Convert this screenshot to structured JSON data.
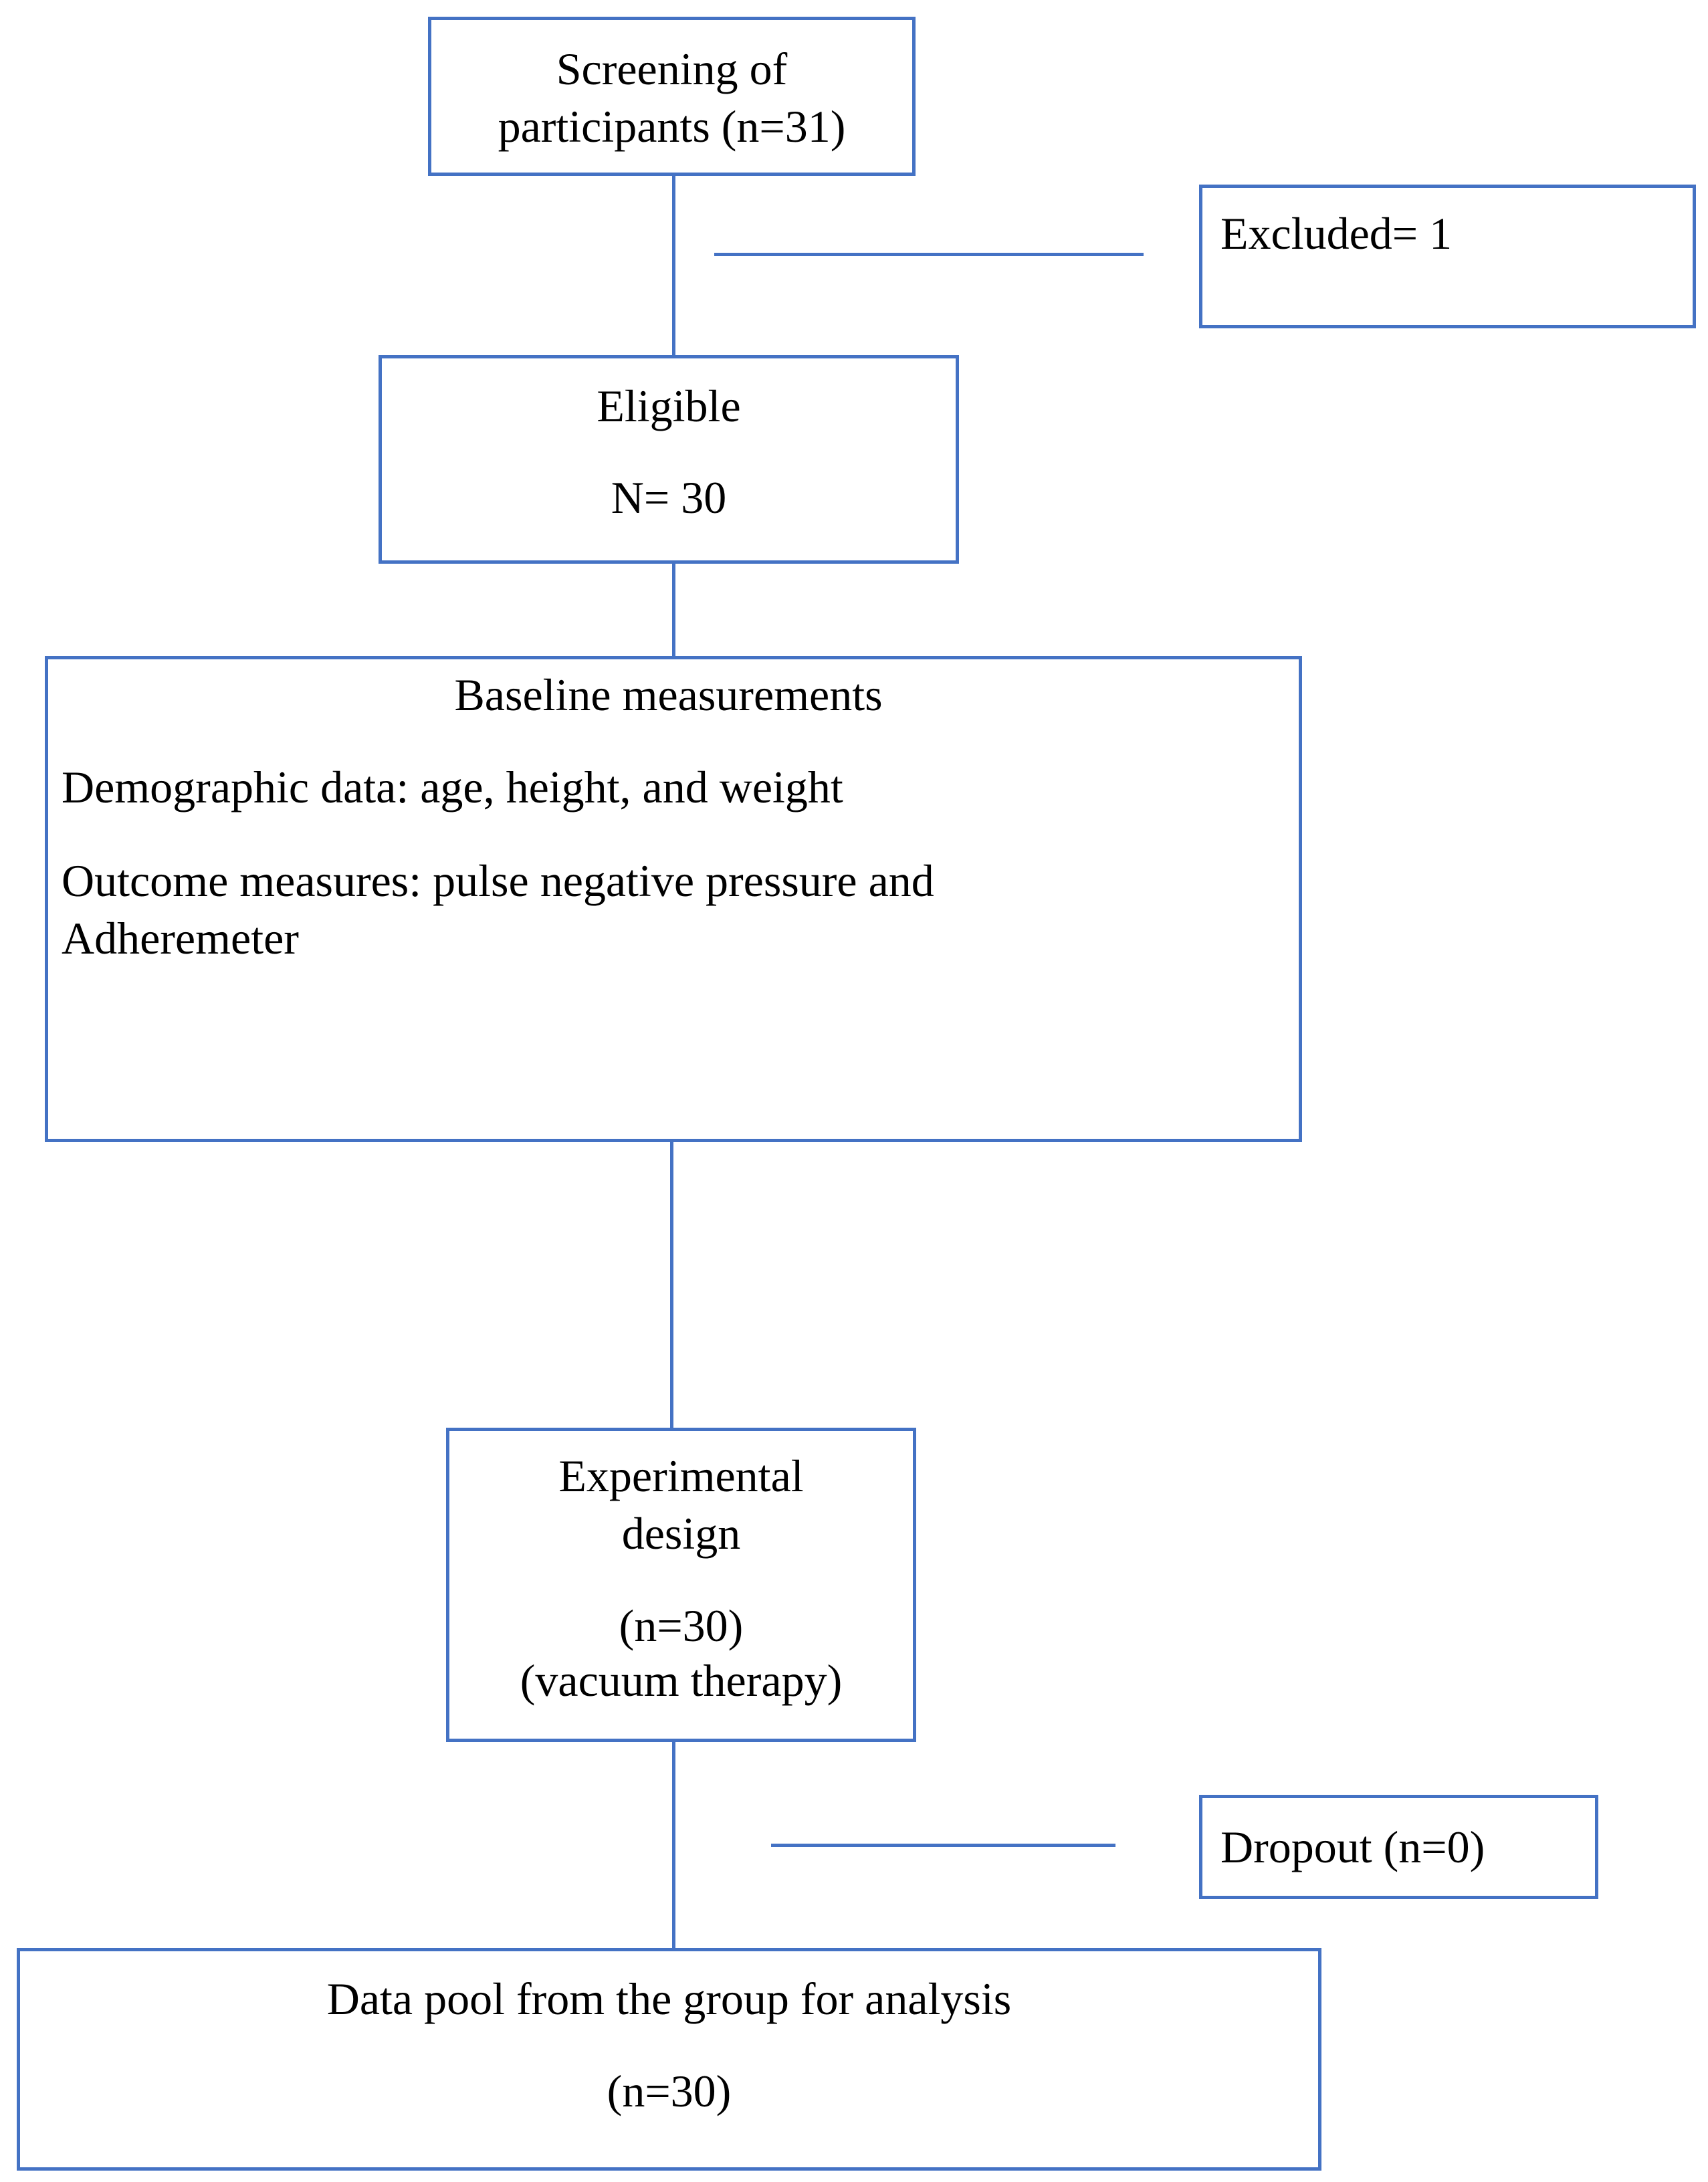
{
  "screening": {
    "line1": "Screening of",
    "line2": "participants (n=31)"
  },
  "excluded": {
    "label": "Excluded= 1"
  },
  "eligible": {
    "title": "Eligible",
    "count": "N= 30"
  },
  "baseline": {
    "title": "Baseline measurements",
    "demographic": "Demographic data: age, height, and weight",
    "outcome_line1": "Outcome measures: pulse negative pressure and",
    "outcome_line2": "Adheremeter"
  },
  "experimental": {
    "line1": "Experimental",
    "line2": "design",
    "count": "(n=30)",
    "therapy": "(vacuum therapy)"
  },
  "dropout": {
    "label": "Dropout (n=0)"
  },
  "analysis": {
    "title": "Data pool from the group for analysis",
    "count": "(n=30)"
  },
  "colors": {
    "border": "#4472c4",
    "text": "#000000",
    "background": "#ffffff"
  }
}
